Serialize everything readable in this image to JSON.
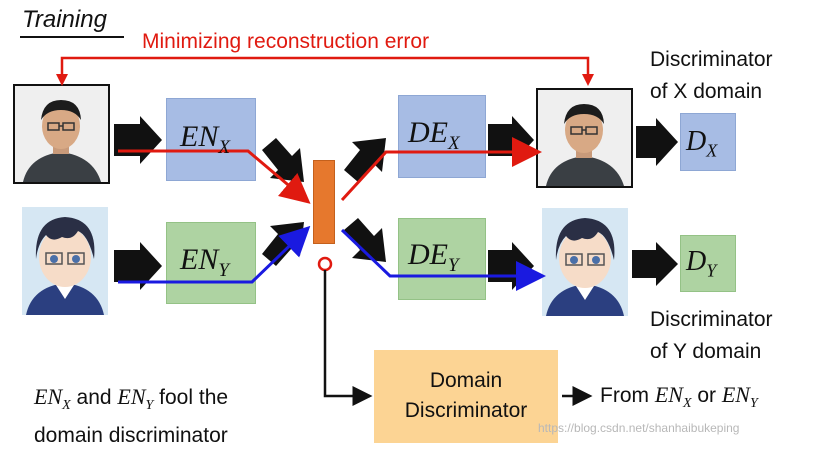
{
  "title": "Training",
  "recon_label": "Minimizing reconstruction error",
  "encoder_x": {
    "base": "EN",
    "sub": "X"
  },
  "encoder_y": {
    "base": "EN",
    "sub": "Y"
  },
  "decoder_x": {
    "base": "DE",
    "sub": "X"
  },
  "decoder_y": {
    "base": "DE",
    "sub": "Y"
  },
  "disc_x": {
    "base": "D",
    "sub": "X"
  },
  "disc_y": {
    "base": "D",
    "sub": "Y"
  },
  "disc_x_caption": [
    "Discriminator",
    "of X domain"
  ],
  "disc_y_caption": [
    "Discriminator",
    "of Y domain"
  ],
  "domain_disc": [
    "Domain",
    "Discriminator"
  ],
  "bottom_left": {
    "en_x": "EN",
    "en_x_sub": "X",
    "and": " and ",
    "en_y": "EN",
    "en_y_sub": "Y",
    "rest": " fool the",
    "line2": "domain discriminator"
  },
  "from_label": {
    "prefix": "From ",
    "en_x": "EN",
    "en_x_sub": "X",
    "or": " or ",
    "en_y": "EN",
    "en_y_sub": "Y"
  },
  "watermark": "https://blog.csdn.net/shanhaibukeping",
  "colors": {
    "blue_box": "#a7bce4",
    "green_box": "#aed3a2",
    "orange_bar": "#e6782d",
    "domain_box": "#fcd494",
    "red": "#e01a10",
    "blue": "#1a1ae0"
  }
}
